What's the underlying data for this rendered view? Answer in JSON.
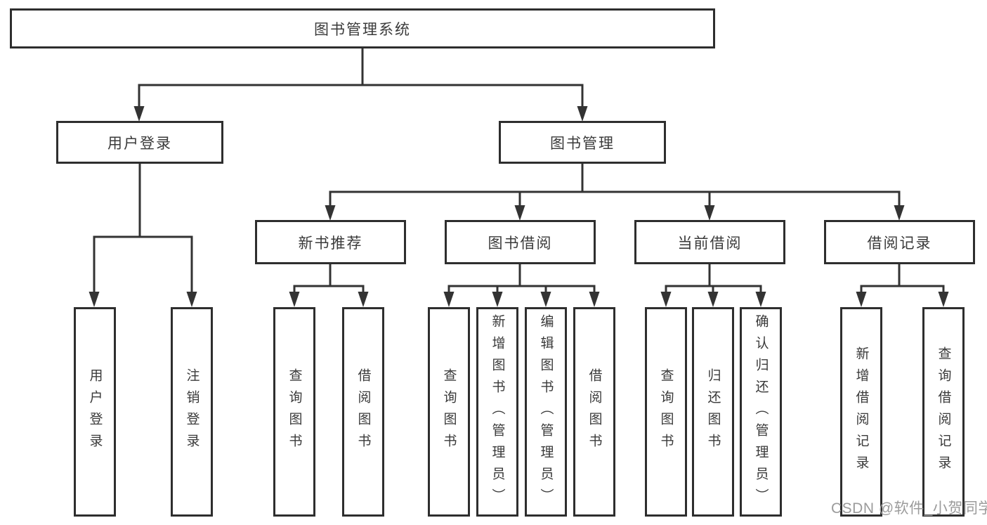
{
  "colors": {
    "background": "#ffffff",
    "line": "#333333",
    "box_border": "#2e2e2e",
    "text": "#3a3a3a",
    "watermark_text": "#9b9b9b"
  },
  "diagram": {
    "root": {
      "label": "图书管理系统"
    },
    "level2": [
      {
        "label": "用户登录"
      },
      {
        "label": "图书管理"
      }
    ],
    "level3": [
      {
        "label": "新书推荐",
        "parent": "图书管理"
      },
      {
        "label": "图书借阅",
        "parent": "图书管理"
      },
      {
        "label": "当前借阅",
        "parent": "图书管理"
      },
      {
        "label": "借阅记录",
        "parent": "图书管理"
      }
    ],
    "leaves": [
      {
        "label": "用户登录",
        "parent": "用户登录"
      },
      {
        "label": "注销登录",
        "parent": "用户登录"
      },
      {
        "label": "查询图书",
        "parent": "新书推荐"
      },
      {
        "label": "借阅图书",
        "parent": "新书推荐"
      },
      {
        "label": "查询图书",
        "parent": "图书借阅"
      },
      {
        "label": "新增图书（管理员）",
        "parent": "图书借阅"
      },
      {
        "label": "编辑图书（管理员）",
        "parent": "图书借阅"
      },
      {
        "label": "借阅图书",
        "parent": "图书借阅"
      },
      {
        "label": "查询图书",
        "parent": "当前借阅"
      },
      {
        "label": "归还图书",
        "parent": "当前借阅"
      },
      {
        "label": "确认归还（管理员）",
        "parent": "当前借阅"
      },
      {
        "label": "新增借阅记录",
        "parent": "借阅记录"
      },
      {
        "label": "查询借阅记录",
        "parent": "借阅记录"
      }
    ]
  },
  "watermark": {
    "text": "CSDN @软件_小贺同学"
  }
}
